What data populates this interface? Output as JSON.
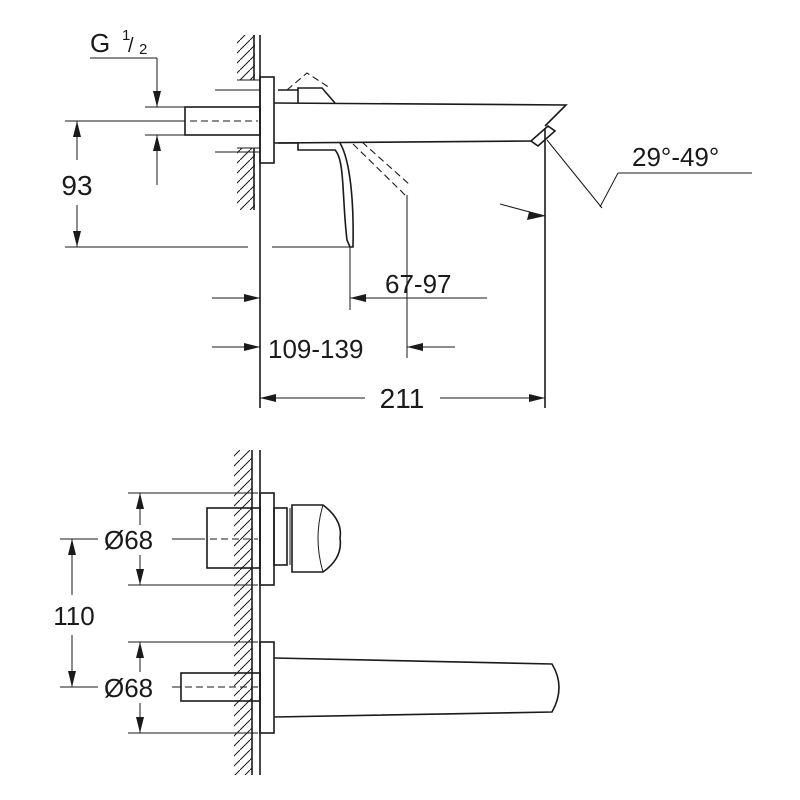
{
  "side_view": {
    "thread_label": "G",
    "thread_num": "1",
    "thread_den": "2",
    "height_dim": "93",
    "projection_dim": "67-97",
    "wall_depth_dim": "109-139",
    "spout_length_dim": "211",
    "angle_dim": "29°-49°"
  },
  "top_view": {
    "handle_flange_dim": "Ø68",
    "spout_flange_dim": "Ø68",
    "spacing_dim": "110"
  },
  "colors": {
    "line": "#1a1a1a",
    "background": "#ffffff"
  }
}
